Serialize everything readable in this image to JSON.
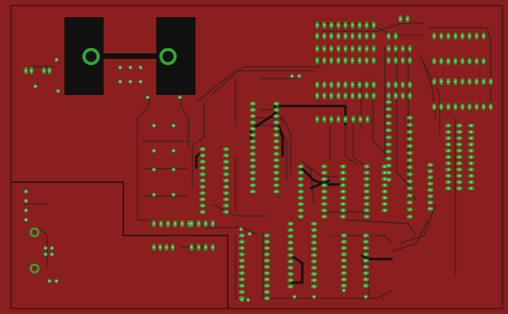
{
  "view": {
    "board_color": "#8b1e1e",
    "copper_color": "#222222",
    "pad_color": "#2fa836",
    "hole_color": "#cfcfcf",
    "outline_color": "#111111",
    "background_color": "#ffffff"
  },
  "board": {
    "description_icons": [
      "pcb-board-outline",
      "ground-pour",
      "through-hole-pad",
      "trace"
    ]
  }
}
